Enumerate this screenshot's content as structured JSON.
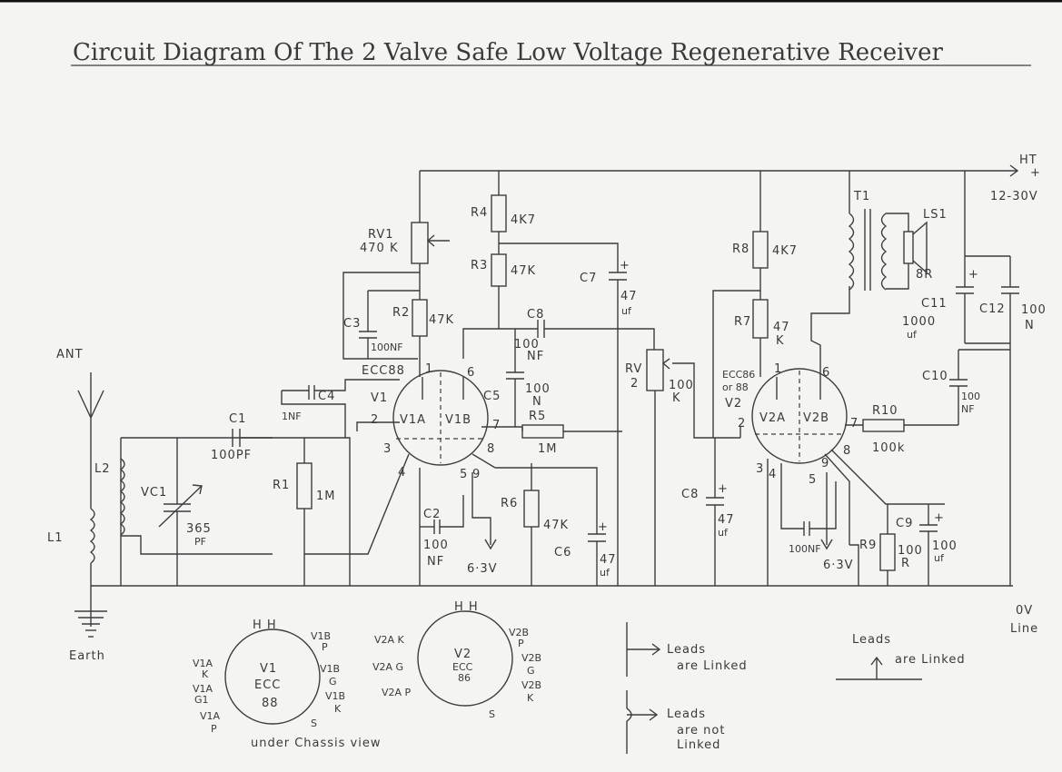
{
  "title": "Circuit Diagram Of The 2 Valve Safe Low Voltage Regenerative Receiver",
  "supply": {
    "ht": "HT",
    "ht_sign": "+",
    "ht_range": "12-30V",
    "zero_volt": "0V",
    "zero_volt_sub": "Line"
  },
  "antenna": {
    "ant": "ANT",
    "earth": "Earth"
  },
  "coils": {
    "l1": "L1",
    "l2": "L2"
  },
  "components": {
    "vc1": {
      "name": "VC1",
      "value": "365",
      "unit": "PF"
    },
    "c1": {
      "name": "C1",
      "value": "100PF"
    },
    "r1": {
      "name": "R1",
      "value": "1M"
    },
    "c4": {
      "name": "C4",
      "value": "1NF"
    },
    "rv1": {
      "name": "RV1",
      "value": "470 K"
    },
    "c3": {
      "name": "C3",
      "value": "100NF"
    },
    "r2": {
      "name": "R2",
      "value": "47K"
    },
    "r4": {
      "name": "R4",
      "value": "4K7"
    },
    "r3": {
      "name": "R3",
      "value": "47K"
    },
    "c7": {
      "name": "C7",
      "value": "47",
      "unit": "uf",
      "pol": "+"
    },
    "c8a": {
      "name": "C8",
      "value": "100",
      "unit": "NF"
    },
    "c5": {
      "name": "C5",
      "value": "100",
      "unit": "N"
    },
    "r5": {
      "name": "R5",
      "value": "1M"
    },
    "c2": {
      "name": "C2",
      "value": "100",
      "unit": "NF"
    },
    "r6": {
      "name": "R6",
      "value": "47K"
    },
    "c6": {
      "name": "C6",
      "value": "47",
      "unit": "uf",
      "pol": "+"
    },
    "rv2": {
      "name": "RV",
      "name2": "2",
      "value": "100",
      "unit": "K"
    },
    "c8b": {
      "name": "C8",
      "value": "47",
      "unit": "uf",
      "pol": "+"
    },
    "r8": {
      "name": "R8",
      "value": "4K7"
    },
    "r7": {
      "name": "R7",
      "value": "47",
      "unit": "K"
    },
    "t1": {
      "name": "T1"
    },
    "ls1": {
      "name": "LS1",
      "value": "8R"
    },
    "c11": {
      "name": "C11",
      "value": "1000",
      "unit": "uf",
      "pol": "+"
    },
    "c12": {
      "name": "C12",
      "value": "100",
      "unit": "N"
    },
    "c10": {
      "name": "C10",
      "value": "100",
      "unit": "NF"
    },
    "r10": {
      "name": "R10",
      "value": "100k"
    },
    "c9": {
      "name": "C9",
      "value": "100",
      "unit": "uf",
      "pol": "+"
    },
    "r9": {
      "name": "R9",
      "value": "100",
      "unit": "R"
    },
    "c_bypass2": {
      "value": "100NF"
    }
  },
  "heater": {
    "v1": "6·3V",
    "v2": "6·3V"
  },
  "valve1": {
    "type": "ECC88",
    "name": "V1",
    "a": "V1A",
    "b": "V1B",
    "pins": {
      "p1": "1",
      "p2": "2",
      "p3": "3",
      "p4": "4",
      "p5": "5",
      "p6": "6",
      "p7": "7",
      "p8": "8",
      "p9": "9"
    }
  },
  "valve2": {
    "type": "ECC86",
    "type2": "or 88",
    "name": "V2",
    "a": "V2A",
    "b": "V2B",
    "pins": {
      "p1": "1",
      "p2": "2",
      "p3": "3",
      "p4": "4",
      "p5": "5",
      "p6": "6",
      "p7": "7",
      "p8": "8",
      "p9": "9"
    }
  },
  "basing": {
    "hh": "H H",
    "v1": {
      "center1": "V1",
      "center2": "ECC",
      "center3": "88",
      "left": [
        "V1A",
        "K",
        "V1A",
        "G1",
        "V1A",
        "P"
      ],
      "right": [
        "V1B",
        "P",
        "V1B",
        "G",
        "V1B",
        "K"
      ],
      "s": "S"
    },
    "v2": {
      "center1": "V2",
      "center2": "ECC",
      "center3": "86",
      "left": [
        "V2A K",
        "V2A G",
        "V2A P"
      ],
      "right": [
        "V2B",
        "P",
        "V2B",
        "G",
        "V2B",
        "K"
      ],
      "s": "S"
    },
    "caption": "under Chassis view"
  },
  "legend": {
    "linked": [
      "Leads",
      "are Linked"
    ],
    "not_linked": [
      "Leads",
      "are not",
      "Linked"
    ],
    "linked2": [
      "Leads",
      "are Linked"
    ]
  }
}
